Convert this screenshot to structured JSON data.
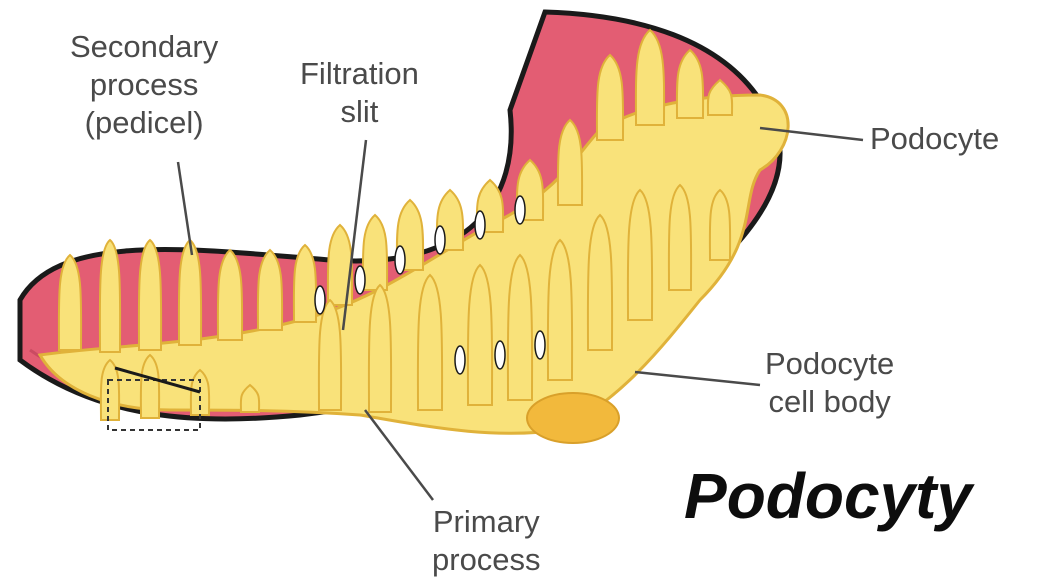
{
  "colors": {
    "capillary_fill": "#e35d73",
    "capillary_outline": "#1a1a1a",
    "podocyte_fill": "#f9e27a",
    "podocyte_outline": "#e0b23a",
    "cell_nucleus": "#f2b93c",
    "leader_line": "#4a4a4a",
    "label_text": "#4a4a4a",
    "title_text": "#0d0d0d"
  },
  "labels": {
    "secondary_process": [
      "Secondary",
      "process",
      "(pedicel)"
    ],
    "filtration_slit": [
      "Filtration",
      "slit"
    ],
    "podocyte": [
      "Podocyte"
    ],
    "podocyte_cell_body": [
      "Podocyte",
      "cell body"
    ],
    "primary_process": [
      "Primary",
      "process"
    ]
  },
  "title": "Podocyty"
}
